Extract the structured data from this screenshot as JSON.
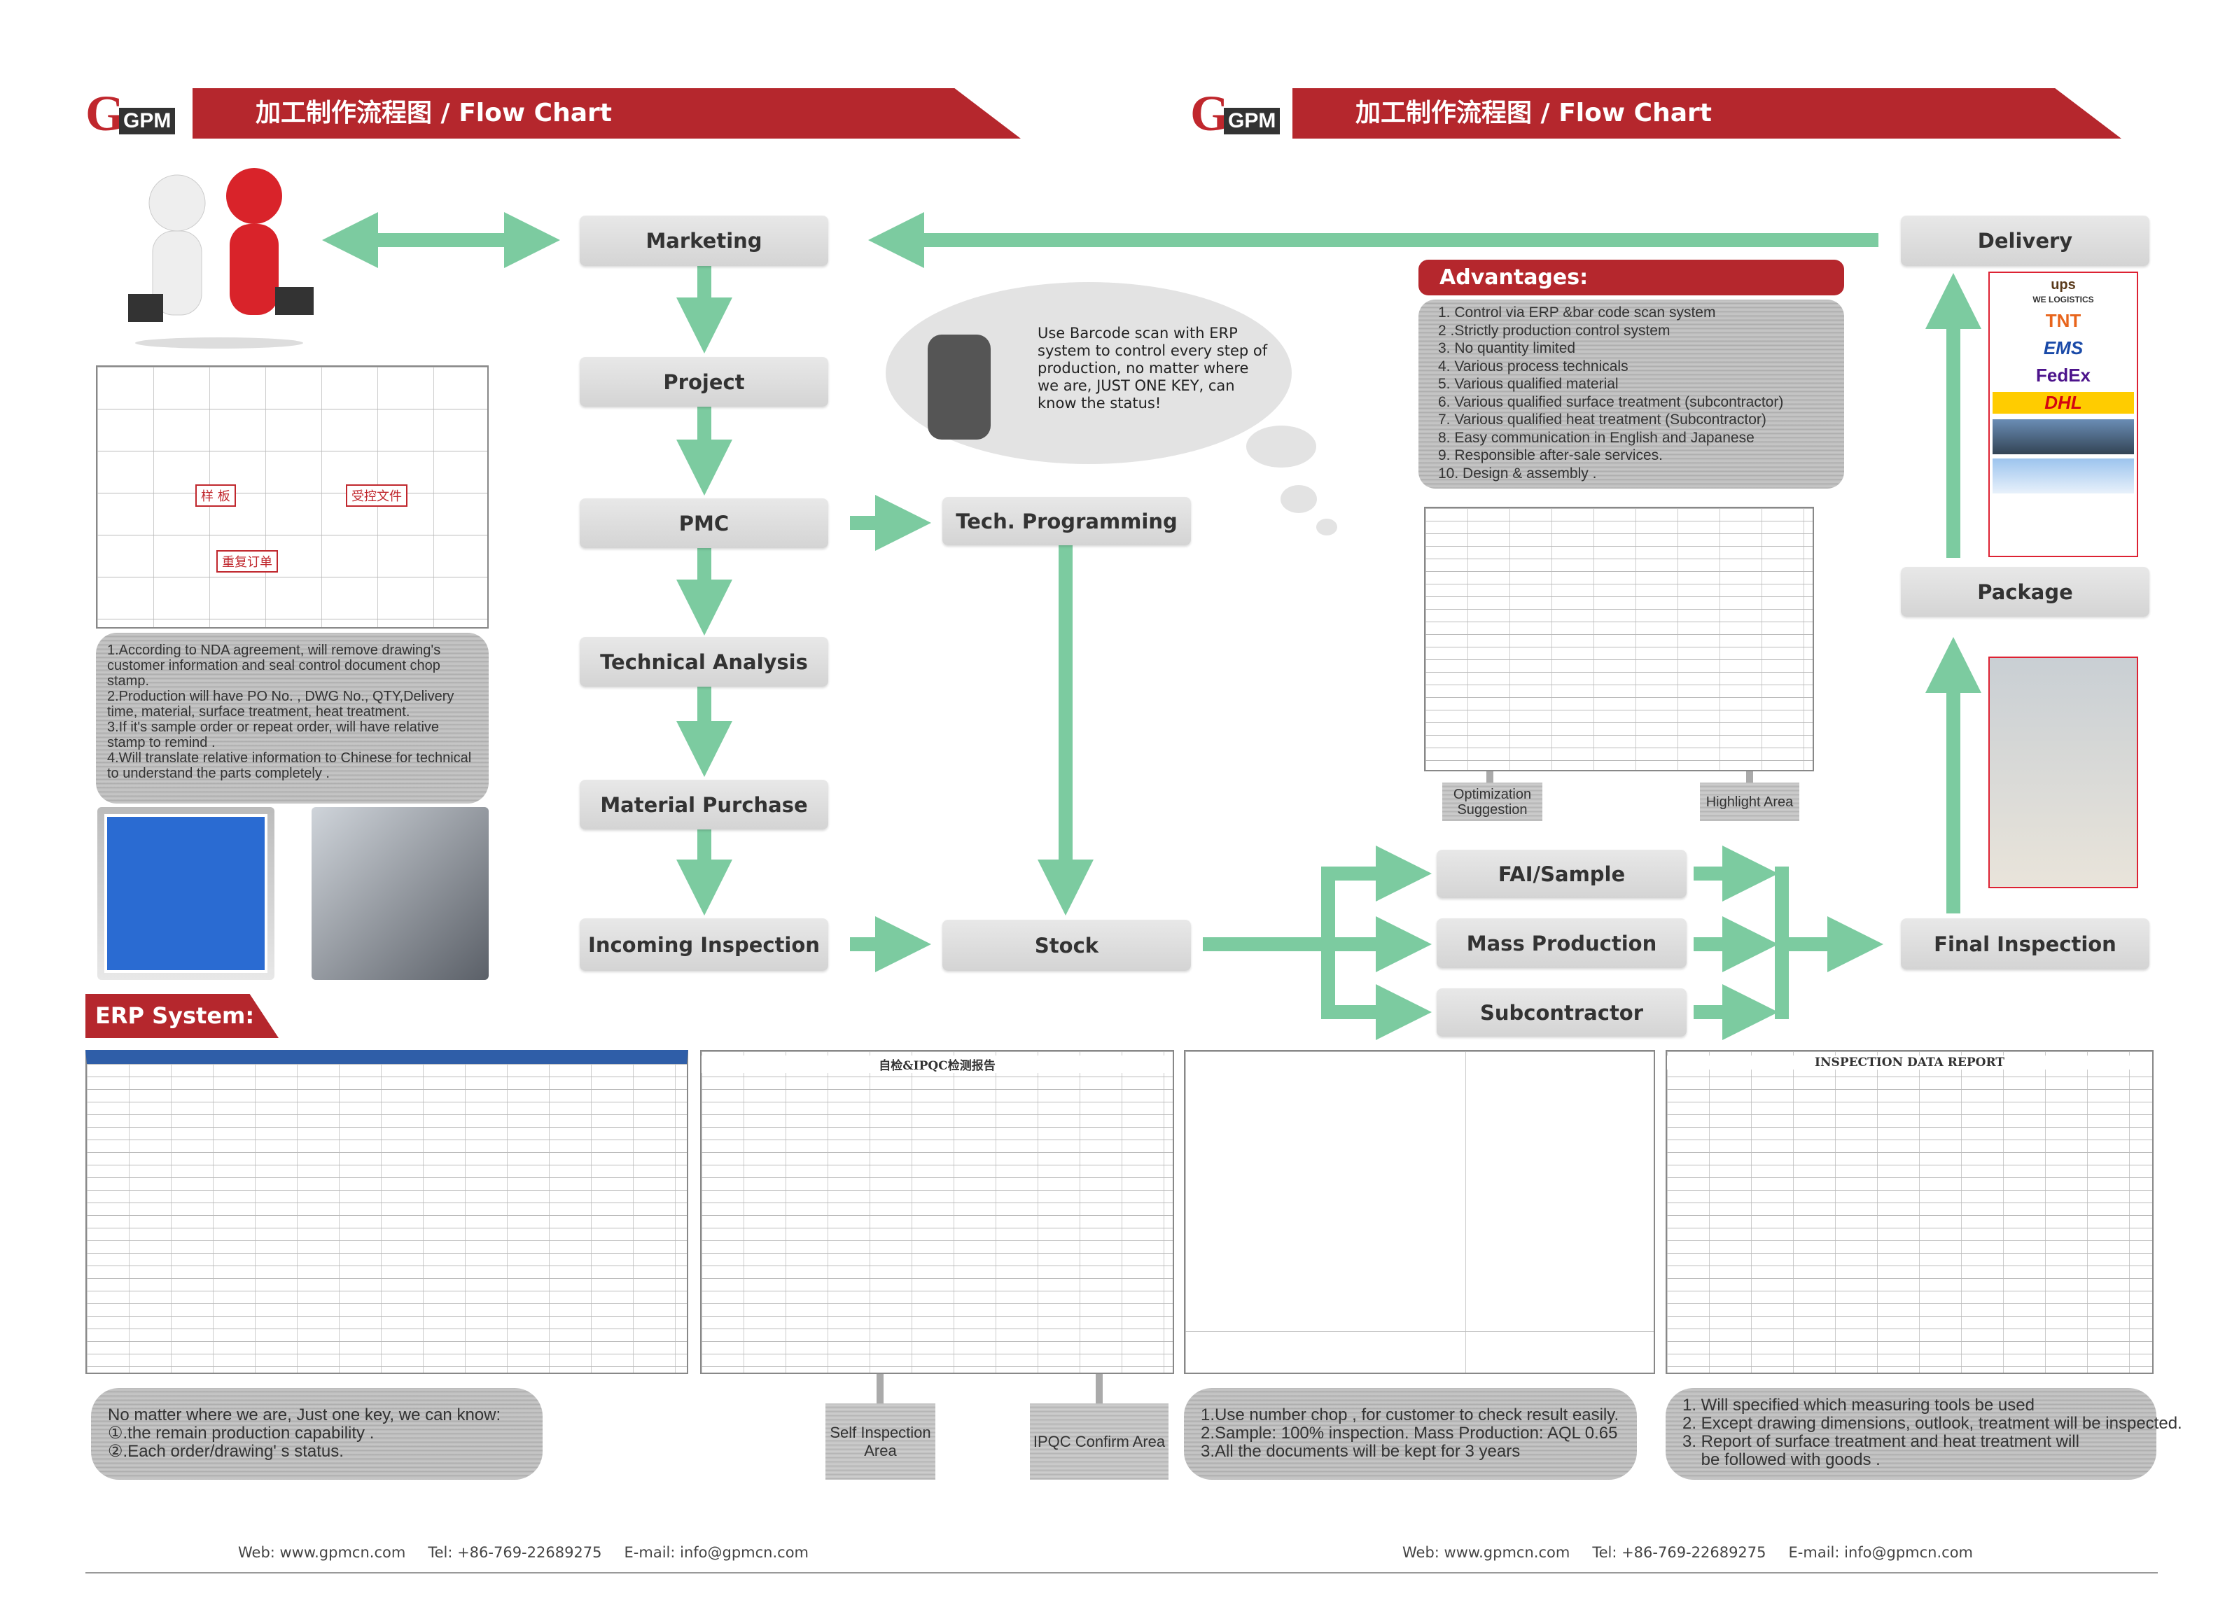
{
  "logo": {
    "text": "GPM"
  },
  "header": {
    "title": "加工制作流程图 / Flow Chart"
  },
  "steps": {
    "marketing": "Marketing",
    "project": "Project",
    "pmc": "PMC",
    "technical_analysis": "Technical Analysis",
    "material_purchase": "Material Purchase",
    "incoming_inspection": "Incoming Inspection",
    "tech_programming": "Tech. Programming",
    "stock": "Stock",
    "fai_sample": "FAI/Sample",
    "mass_production": "Mass Production",
    "subcontractor": "Subcontractor",
    "final_inspection": "Final Inspection",
    "package": "Package",
    "delivery": "Delivery"
  },
  "cloud": {
    "text": "Use Barcode scan with ERP system to control every step of production, no matter where we are, JUST ONE KEY, can know the status!"
  },
  "advantages": {
    "title": "Advantages:",
    "items": [
      "1. Control via ERP &bar code scan system",
      "2 .Strictly production control system",
      "3. No quantity limited",
      "4. Various process technicals",
      "5. Various qualified material",
      "6. Various qualified surface treatment (subcontractor)",
      "7. Various qualified heat treatment (Subcontractor)",
      "8. Easy communication in English and Japanese",
      "9. Responsible after-sale services.",
      "10. Design & assembly ."
    ]
  },
  "drawing_stamps": {
    "sample": "样 板",
    "controlled": "受控文件",
    "repeat": "重复订单"
  },
  "nda_notes": [
    "1.According to NDA agreement, will remove drawing's customer information and seal control document chop stamp.",
    "2.Production will have PO No. , DWG No., QTY,Delivery time, material, surface treatment, heat treatment.",
    "3.If it's sample order or repeat order, will have relative stamp to remind .",
    "4.Will translate relative information to Chinese for technical to understand the parts completely ."
  ],
  "sheet_labels": {
    "optimization": "Optimization Suggestion",
    "highlight": "Highlight Area"
  },
  "couriers": [
    "ups",
    "WE LOGISTICS",
    "TNT",
    "EMS",
    "FedEx",
    "DHL"
  ],
  "erp": {
    "title": "ERP System:",
    "ipqc_report_title": "自检&IPQC检测报告",
    "inspection_report_title": "INSPECTION DATA REPORT"
  },
  "bottom": {
    "erp_note": [
      "No matter where we are, Just one key, we can know:",
      "①.the remain production capability .",
      "②.Each order/drawing' s status."
    ],
    "self_inspection": "Self Inspection Area",
    "ipqc_confirm": "IPQC Confirm Area",
    "chop_note": [
      "1.Use number chop , for customer to check result easily.",
      "2.Sample: 100% inspection.  Mass Production:  AQL 0.65",
      "3.All the documents will be kept for 3 years"
    ],
    "report_note": [
      "1. Will specified which measuring tools be used",
      "2. Except drawing dimensions, outlook, treatment will be inspected.",
      "3. Report of surface treatment and heat treatment will",
      "    be followed with goods ."
    ]
  },
  "footer": {
    "web": "Web: www.gpmcn.com",
    "tel": "Tel:  +86-769-22689275",
    "email": "E-mail: info@gpmcn.com"
  },
  "colors": {
    "red": "#b5272d",
    "arrow": "#7ccba0"
  }
}
